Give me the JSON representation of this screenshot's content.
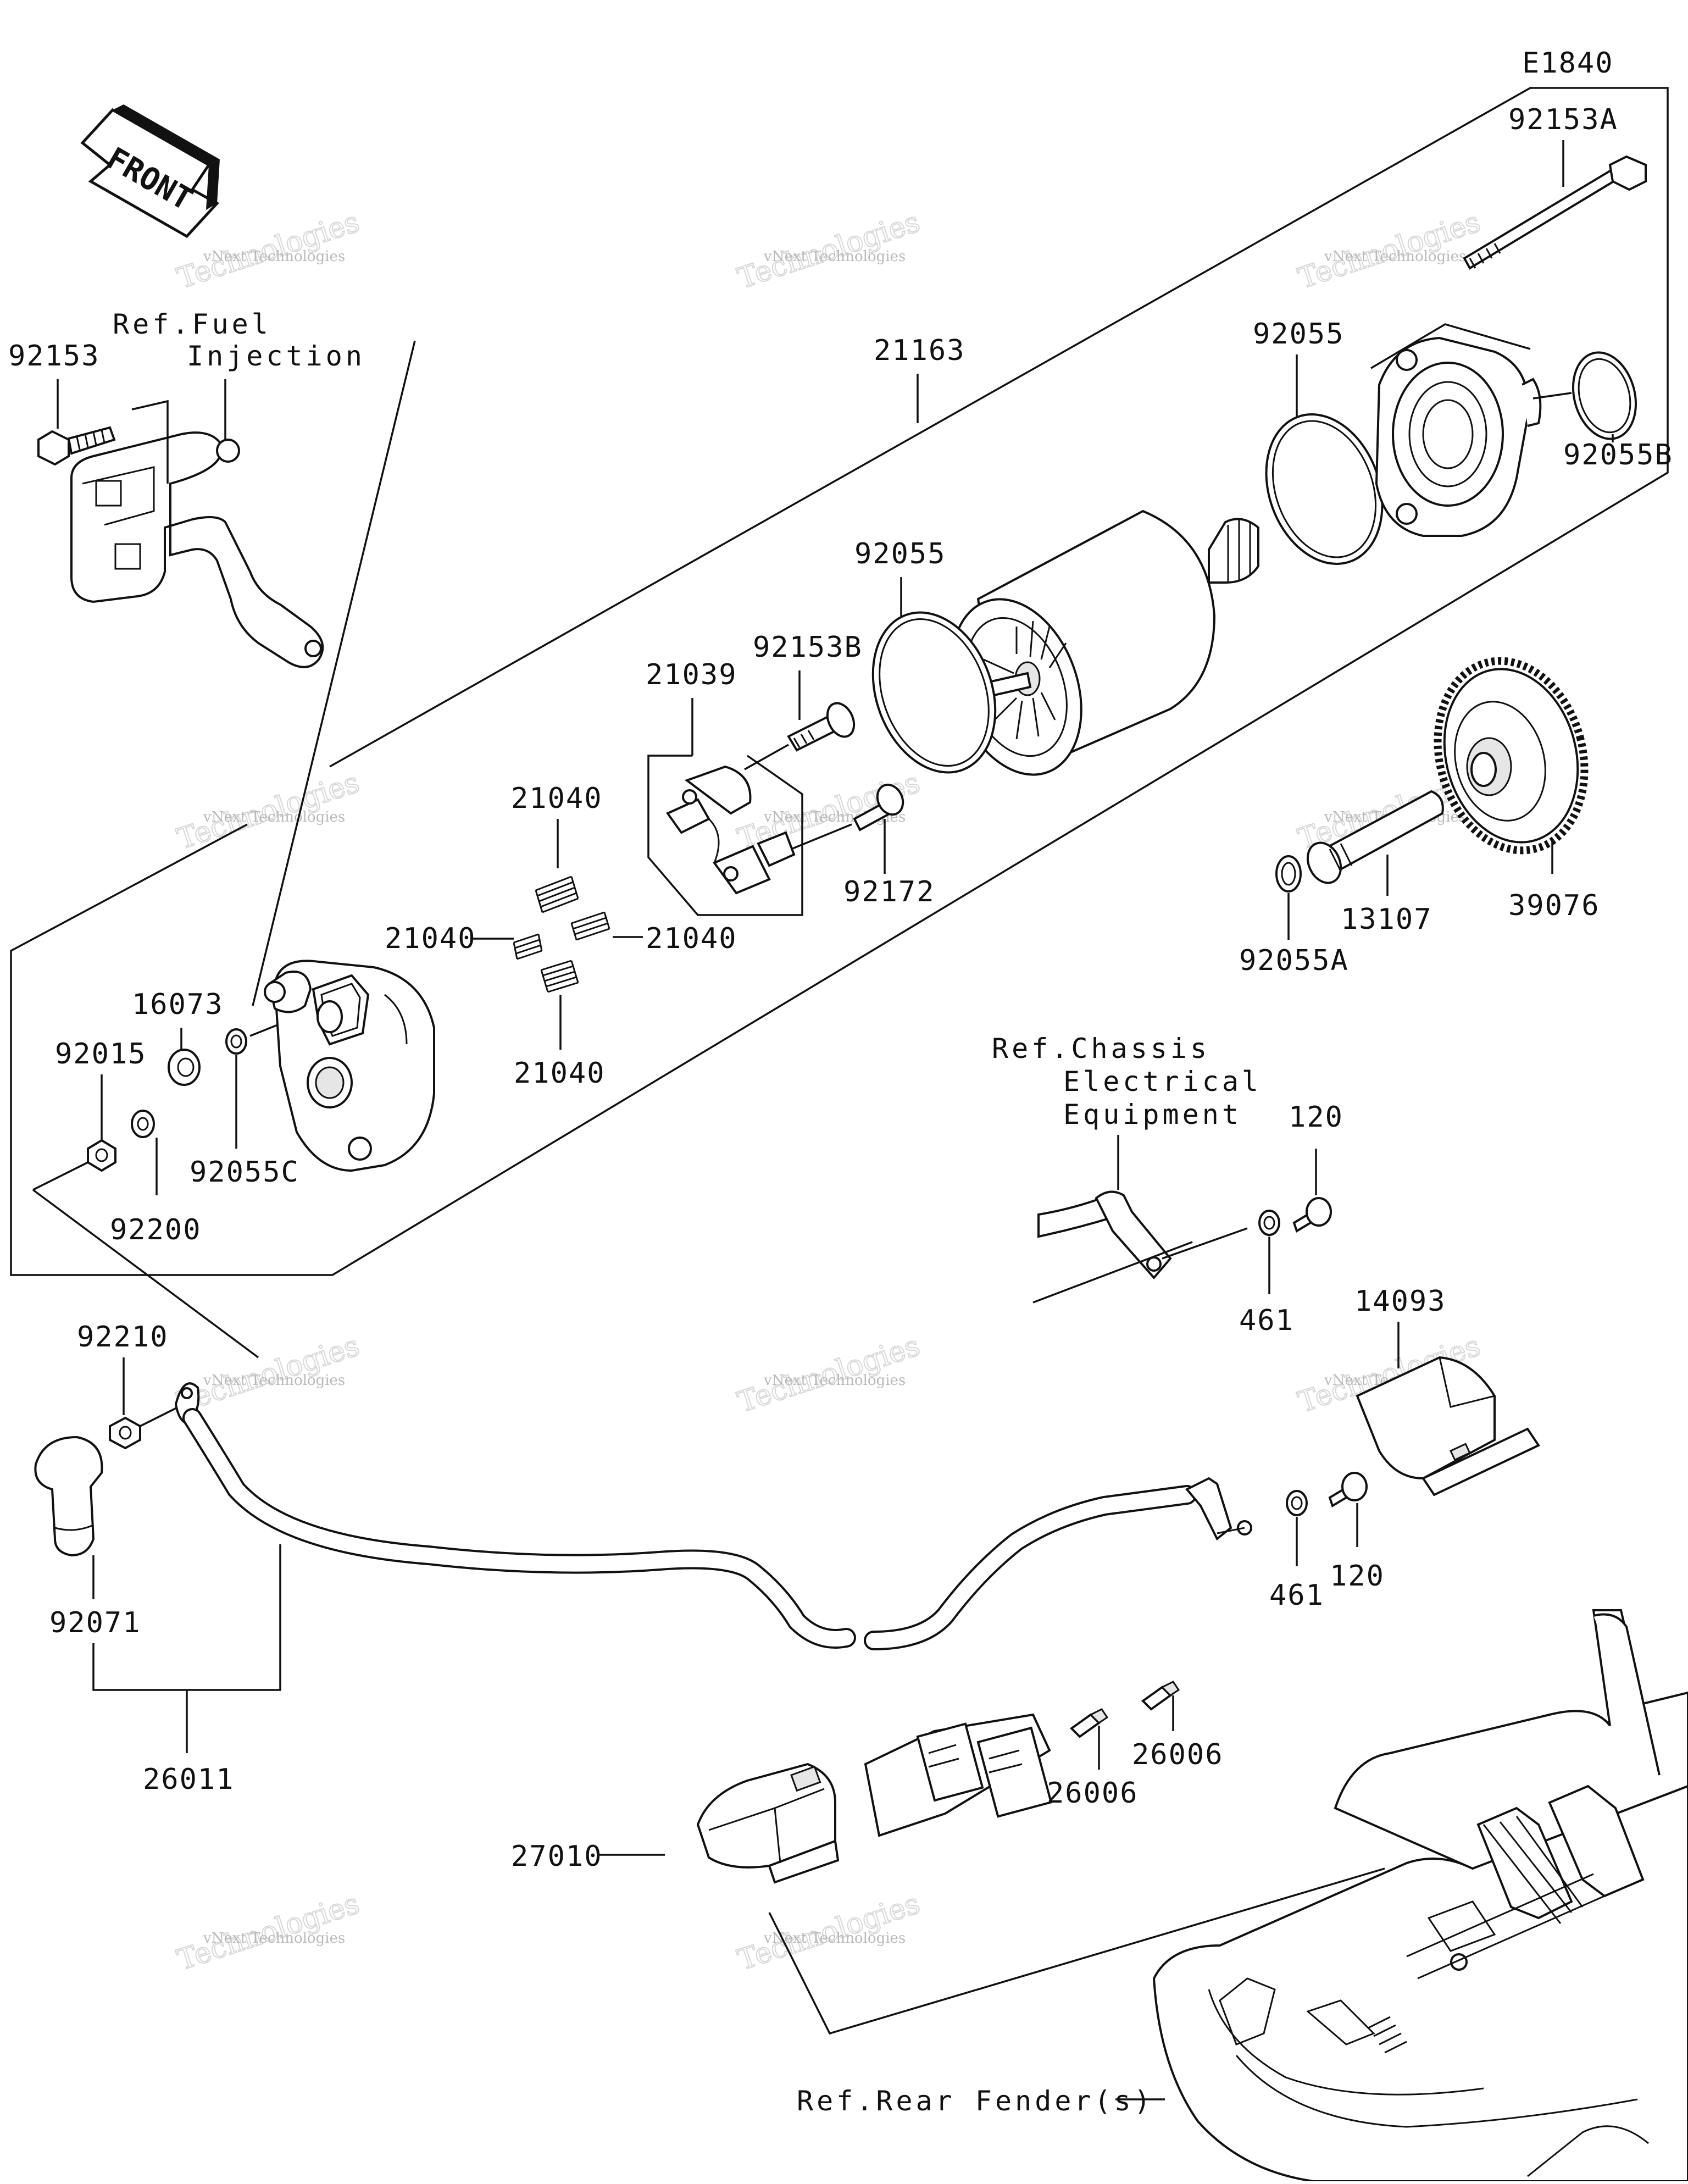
{
  "diagram_code": "E1840",
  "front_arrow_text": "FRONT",
  "watermark": {
    "line1": "vNext Technologies",
    "line2": "vNext",
    "line3": "Technologies"
  },
  "references": {
    "fuel_injection": [
      "Ref.Fuel",
      "Injection"
    ],
    "chassis_electrical": [
      "Ref.Chassis",
      "Electrical",
      "Equipment"
    ],
    "rear_fender": "Ref.Rear Fender(s)"
  },
  "parts": {
    "p92153A": "92153A",
    "p92153": "92153",
    "p92055_top": "92055",
    "p92055B": "92055B",
    "p21163": "21163",
    "p92055_mid": "92055",
    "p92153B": "92153B",
    "p21039": "21039",
    "p21040_a": "21040",
    "p21040_b": "21040",
    "p21040_c": "21040",
    "p21040_d": "21040",
    "p92172": "92172",
    "p13107": "13107",
    "p39076": "39076",
    "p92055A": "92055A",
    "p16073": "16073",
    "p92015": "92015",
    "p92055C": "92055C",
    "p92200": "92200",
    "p120_a": "120",
    "p461_a": "461",
    "p14093": "14093",
    "p120_b": "120",
    "p461_b": "461",
    "p92210": "92210",
    "p92071": "92071",
    "p26011": "26011",
    "p26006_a": "26006",
    "p26006_b": "26006",
    "p27010": "27010"
  }
}
